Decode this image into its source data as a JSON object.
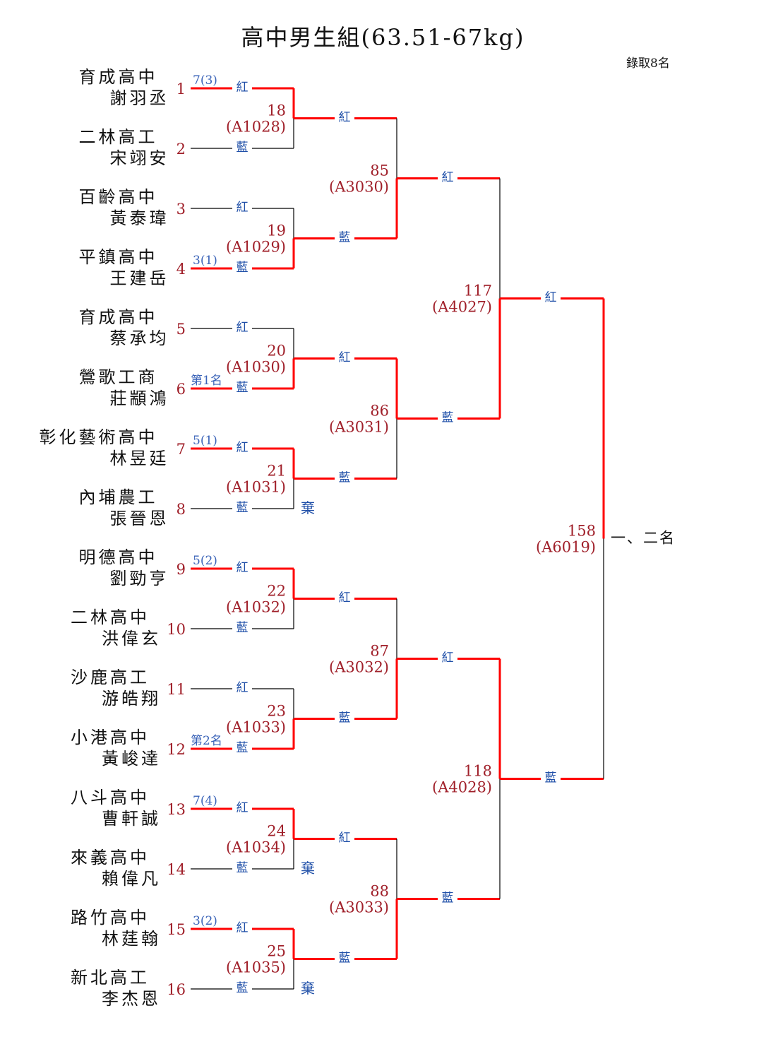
{
  "title": "高中男生組(63.51-67kg)",
  "note": "錄取8名",
  "colors": {
    "win": "#ff0000",
    "line": "#000000",
    "corner": "#1f4fa8",
    "seed": "#a0202a"
  },
  "labels": {
    "red": "紅",
    "blue": "藍",
    "forfeit": "棄",
    "final": "一、二名"
  },
  "players": [
    {
      "seed": "1",
      "school": "育成高中",
      "name": "謝羽丞"
    },
    {
      "seed": "2",
      "school": "二林高工",
      "name": "宋翊安"
    },
    {
      "seed": "3",
      "school": "百齡高中",
      "name": "黃泰瑋"
    },
    {
      "seed": "4",
      "school": "平鎮高中",
      "name": "王建岳"
    },
    {
      "seed": "5",
      "school": "育成高中",
      "name": "蔡承均"
    },
    {
      "seed": "6",
      "school": "鶯歌工商",
      "name": "莊顓鴻"
    },
    {
      "seed": "7",
      "school": "彰化藝術高中",
      "name": "林昱廷"
    },
    {
      "seed": "8",
      "school": "內埔農工",
      "name": "張晉恩"
    },
    {
      "seed": "9",
      "school": "明德高中",
      "name": "劉勁亨"
    },
    {
      "seed": "10",
      "school": "二林高中",
      "name": "洪偉玄"
    },
    {
      "seed": "11",
      "school": "沙鹿高工",
      "name": "游皓翔"
    },
    {
      "seed": "12",
      "school": "小港高中",
      "name": "黃峻達"
    },
    {
      "seed": "13",
      "school": "八斗高中",
      "name": "曹軒誠"
    },
    {
      "seed": "14",
      "school": "來義高中",
      "name": "賴偉凡"
    },
    {
      "seed": "15",
      "school": "路竹高中",
      "name": "林莛翰"
    },
    {
      "seed": "16",
      "school": "新北高工",
      "name": "李杰恩"
    }
  ],
  "rounds": [
    [
      {
        "no": "18",
        "code": "(A1028)",
        "winner": "top",
        "score": "7(3)"
      },
      {
        "no": "19",
        "code": "(A1029)",
        "winner": "bottom",
        "score": "3(1)"
      },
      {
        "no": "20",
        "code": "(A1030)",
        "winner": "bottom",
        "score": "第1名"
      },
      {
        "no": "21",
        "code": "(A1031)",
        "winner": "top",
        "score": "5(1)",
        "forfeit": true
      },
      {
        "no": "22",
        "code": "(A1032)",
        "winner": "top",
        "score": "5(2)"
      },
      {
        "no": "23",
        "code": "(A1033)",
        "winner": "bottom",
        "score": "第2名"
      },
      {
        "no": "24",
        "code": "(A1034)",
        "winner": "top",
        "score": "7(4)",
        "forfeit": true
      },
      {
        "no": "25",
        "code": "(A1035)",
        "winner": "top",
        "score": "3(2)",
        "forfeit": true
      }
    ],
    [
      {
        "no": "85",
        "code": "(A3030)",
        "winner": "bottom"
      },
      {
        "no": "86",
        "code": "(A3031)",
        "winner": "top"
      },
      {
        "no": "87",
        "code": "(A3032)",
        "winner": "bottom"
      },
      {
        "no": "88",
        "code": "(A3033)",
        "winner": "bottom"
      }
    ],
    [
      {
        "no": "117",
        "code": "(A4027)",
        "winner": "bottom"
      },
      {
        "no": "118",
        "code": "(A4028)",
        "winner": "top"
      }
    ],
    [
      {
        "no": "158",
        "code": "(A6019)",
        "winner": "top"
      }
    ]
  ]
}
